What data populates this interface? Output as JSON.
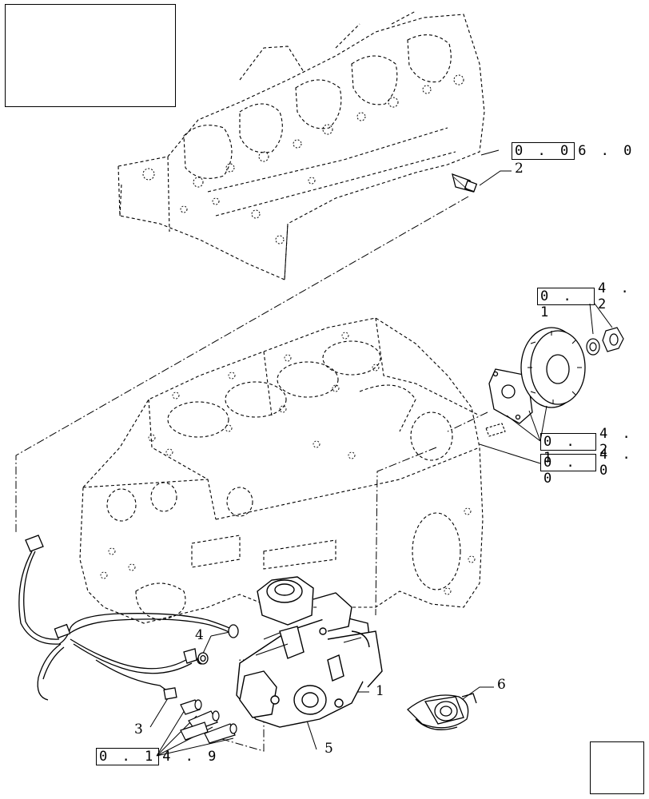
{
  "thumbnail": {
    "icon": "engine-thumbnail-icon"
  },
  "navigation": {
    "icon": "next-page-arrow-icon"
  },
  "references": [
    {
      "boxed": "0 . 0",
      "rest": "6 . 0"
    },
    {
      "boxed": "0 . 1",
      "rest": "4 . 2"
    },
    {
      "boxed": "0 . 1",
      "rest": "4 . 2"
    },
    {
      "boxed": "0 . 0",
      "rest": "4 . 0"
    },
    {
      "boxed": "0 . 1",
      "rest": "4 . 9"
    }
  ],
  "callouts": [
    "1",
    "2",
    "3",
    "4",
    "5",
    "6"
  ]
}
